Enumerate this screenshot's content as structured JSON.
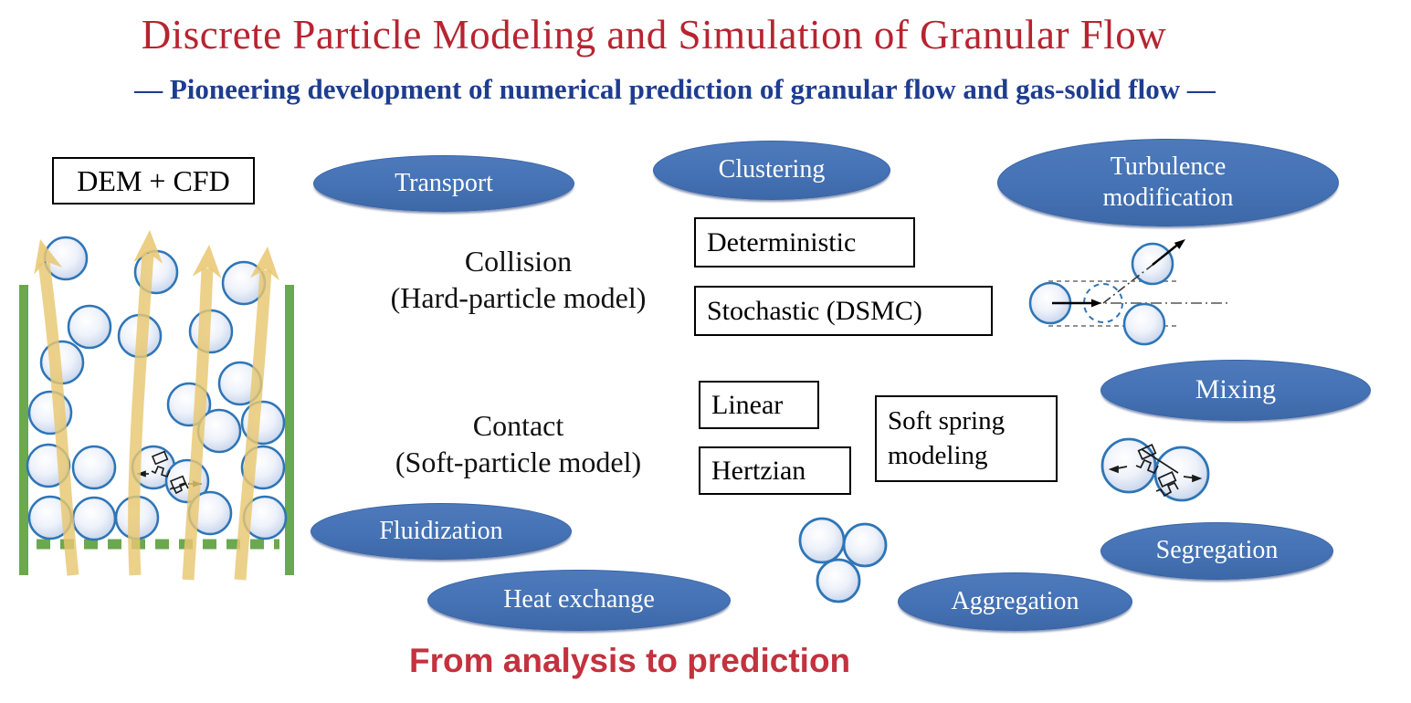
{
  "slide": {
    "title": "Discrete Particle Modeling and Simulation of Granular Flow",
    "subtitle": "— Pioneering development of numerical prediction of granular flow and gas-solid flow —",
    "footer": "From analysis to prediction"
  },
  "boxes": {
    "dem_cfd": "DEM + CFD",
    "deterministic": "Deterministic",
    "stochastic": "Stochastic (DSMC)",
    "linear": "Linear",
    "hertzian": "Hertzian",
    "soft_spring": {
      "line1": "Soft spring",
      "line2": "modeling"
    }
  },
  "labels": {
    "collision": {
      "line1": "Collision",
      "line2": "(Hard-particle model)"
    },
    "contact": {
      "line1": "Contact",
      "line2": "(Soft-particle model)"
    }
  },
  "ellipses": {
    "transport": "Transport",
    "clustering": "Clustering",
    "turbulence": {
      "line1": "Turbulence",
      "line2": "modification"
    },
    "mixing": "Mixing",
    "fluidization": "Fluidization",
    "heat_exchange": "Heat exchange",
    "aggregation": "Aggregation",
    "segregation": "Segregation"
  },
  "colors": {
    "title_red": "#B72430",
    "subtitle_blue": "#1E3D8F",
    "ellipse_blue": "#4472B4",
    "particle_stroke": "#2E75B6",
    "wall_green": "#6BA84F",
    "gas_arrow_tan": "#E9C872",
    "footer_red": "#C3323E"
  }
}
